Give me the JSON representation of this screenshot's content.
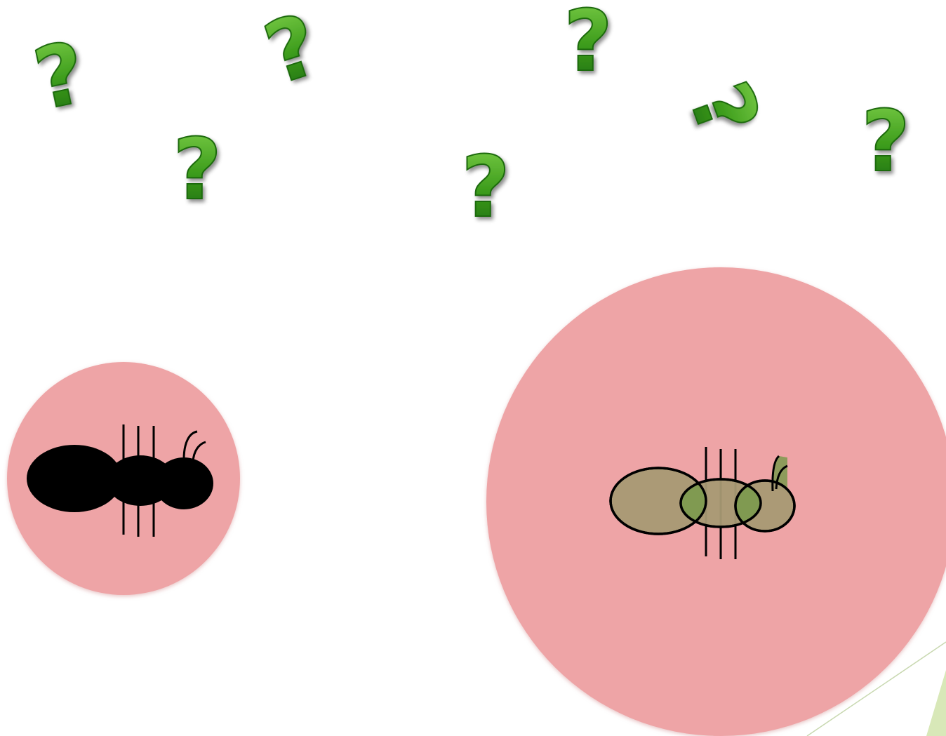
{
  "title": "",
  "colors": {
    "background": "#ffffff",
    "circle_fill": "#eea4a6",
    "question_mark": "#3a9a1a",
    "question_mark_dark": "#1d6a0c",
    "solid_ant": "#000000",
    "ghost_ant": "#a89a74",
    "ghost_ant_overlap": "#7b9a4e",
    "corner_accent": "#d8e8b8"
  },
  "question_marks": [
    {
      "name": "question-mark-1",
      "glyph": "?"
    },
    {
      "name": "question-mark-2",
      "glyph": "?"
    },
    {
      "name": "question-mark-3",
      "glyph": "?"
    },
    {
      "name": "question-mark-4",
      "glyph": "?"
    },
    {
      "name": "question-mark-5",
      "glyph": "?"
    },
    {
      "name": "question-mark-6",
      "glyph": "?"
    },
    {
      "name": "question-mark-7",
      "glyph": "?"
    }
  ],
  "icons": {
    "small_circle": "solid-ant-icon",
    "large_circle": "translucent-ant-icon",
    "corner": "slide-corner-decoration"
  }
}
